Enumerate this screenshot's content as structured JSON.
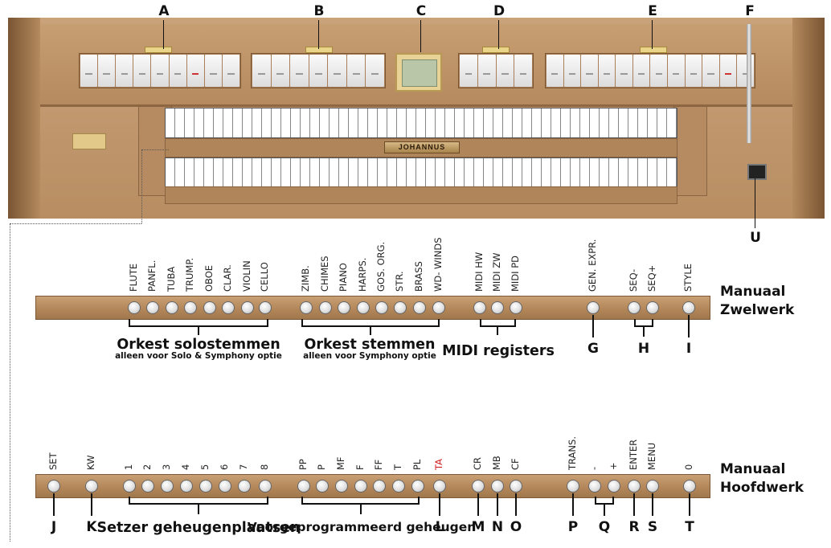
{
  "organ": {
    "nameplate": "JOHANNUS",
    "markers": {
      "A": "A",
      "B": "B",
      "C": "C",
      "D": "D",
      "E": "E",
      "F": "F",
      "U": "U"
    }
  },
  "zwelwerk": {
    "manual_line1": "Manuaal",
    "manual_line2": "Zwelwerk",
    "labels": [
      "FLUTE",
      "PANFL.",
      "TUBA",
      "TRUMP.",
      "OBOE",
      "CLAR.",
      "VIOLIN",
      "CELLO",
      "ZIMB.",
      "CHIMES",
      "PIANO",
      "HARPS.",
      "GOS. ORG.",
      "STR.",
      "BRASS",
      "WD- WINDS",
      "MIDI HW",
      "MIDI ZW",
      "MIDI PD",
      "GEN. EXPR.",
      "SEQ-",
      "SEQ+",
      "STYLE"
    ],
    "group_solo": "Orkest solostemmen",
    "group_solo_sub": "alleen voor Solo & Symphony optie",
    "group_orkest": "Orkest stemmen",
    "group_orkest_sub": "alleen voor Symphony optie",
    "group_midi": "MIDI registers",
    "letters": {
      "G": "G",
      "H": "H",
      "I": "I"
    }
  },
  "hoofdwerk": {
    "manual_line1": "Manuaal",
    "manual_line2": "Hoofdwerk",
    "labels": [
      "SET",
      "KW",
      "1",
      "2",
      "3",
      "4",
      "5",
      "6",
      "7",
      "8",
      "PP",
      "P",
      "MF",
      "F",
      "FF",
      "T",
      "PL",
      "TA",
      "CR",
      "MB",
      "CF",
      "TRANS.",
      "-",
      "+",
      "ENTER",
      "MENU",
      "0"
    ],
    "label_ta_color": "#d42020",
    "group_setzer": "Setzer geheugenplaatsen",
    "group_voorgeprog": "Voorgeprogrammeerd geheugen",
    "letters": {
      "J": "J",
      "K": "K",
      "L": "L",
      "M": "M",
      "N": "N",
      "O": "O",
      "P": "P",
      "Q": "Q",
      "R": "R",
      "S": "S",
      "T": "T"
    }
  }
}
